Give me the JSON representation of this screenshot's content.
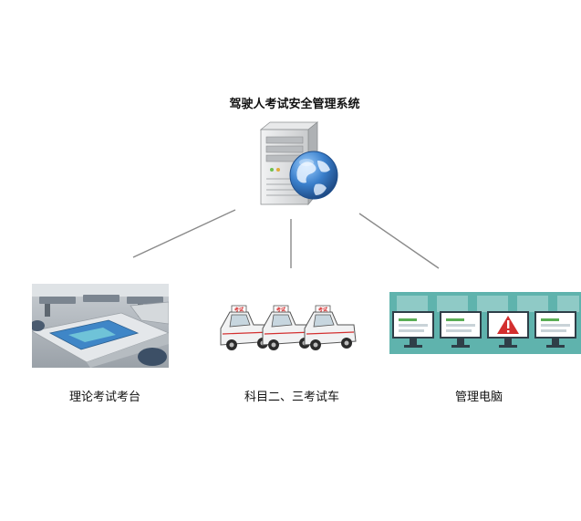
{
  "diagram": {
    "title": "驾驶人考试安全管理系统",
    "server": {
      "icon": "server-with-globe-icon"
    },
    "nodes": [
      {
        "label": "理论考试考台",
        "icon": "exam-terminal-photo"
      },
      {
        "label": "科目二、三考试车",
        "icon": "exam-car-icon"
      },
      {
        "label": "管理电脑",
        "icon": "monitor-grid-icon"
      }
    ],
    "car_sign": "考试",
    "colors": {
      "line": "#8a8a8a",
      "monitor_panel": "#5fb3ad",
      "warning_red": "#d32f2f",
      "globe_blue": "#2e6fb3",
      "server_gray": "#d7d9db"
    }
  }
}
